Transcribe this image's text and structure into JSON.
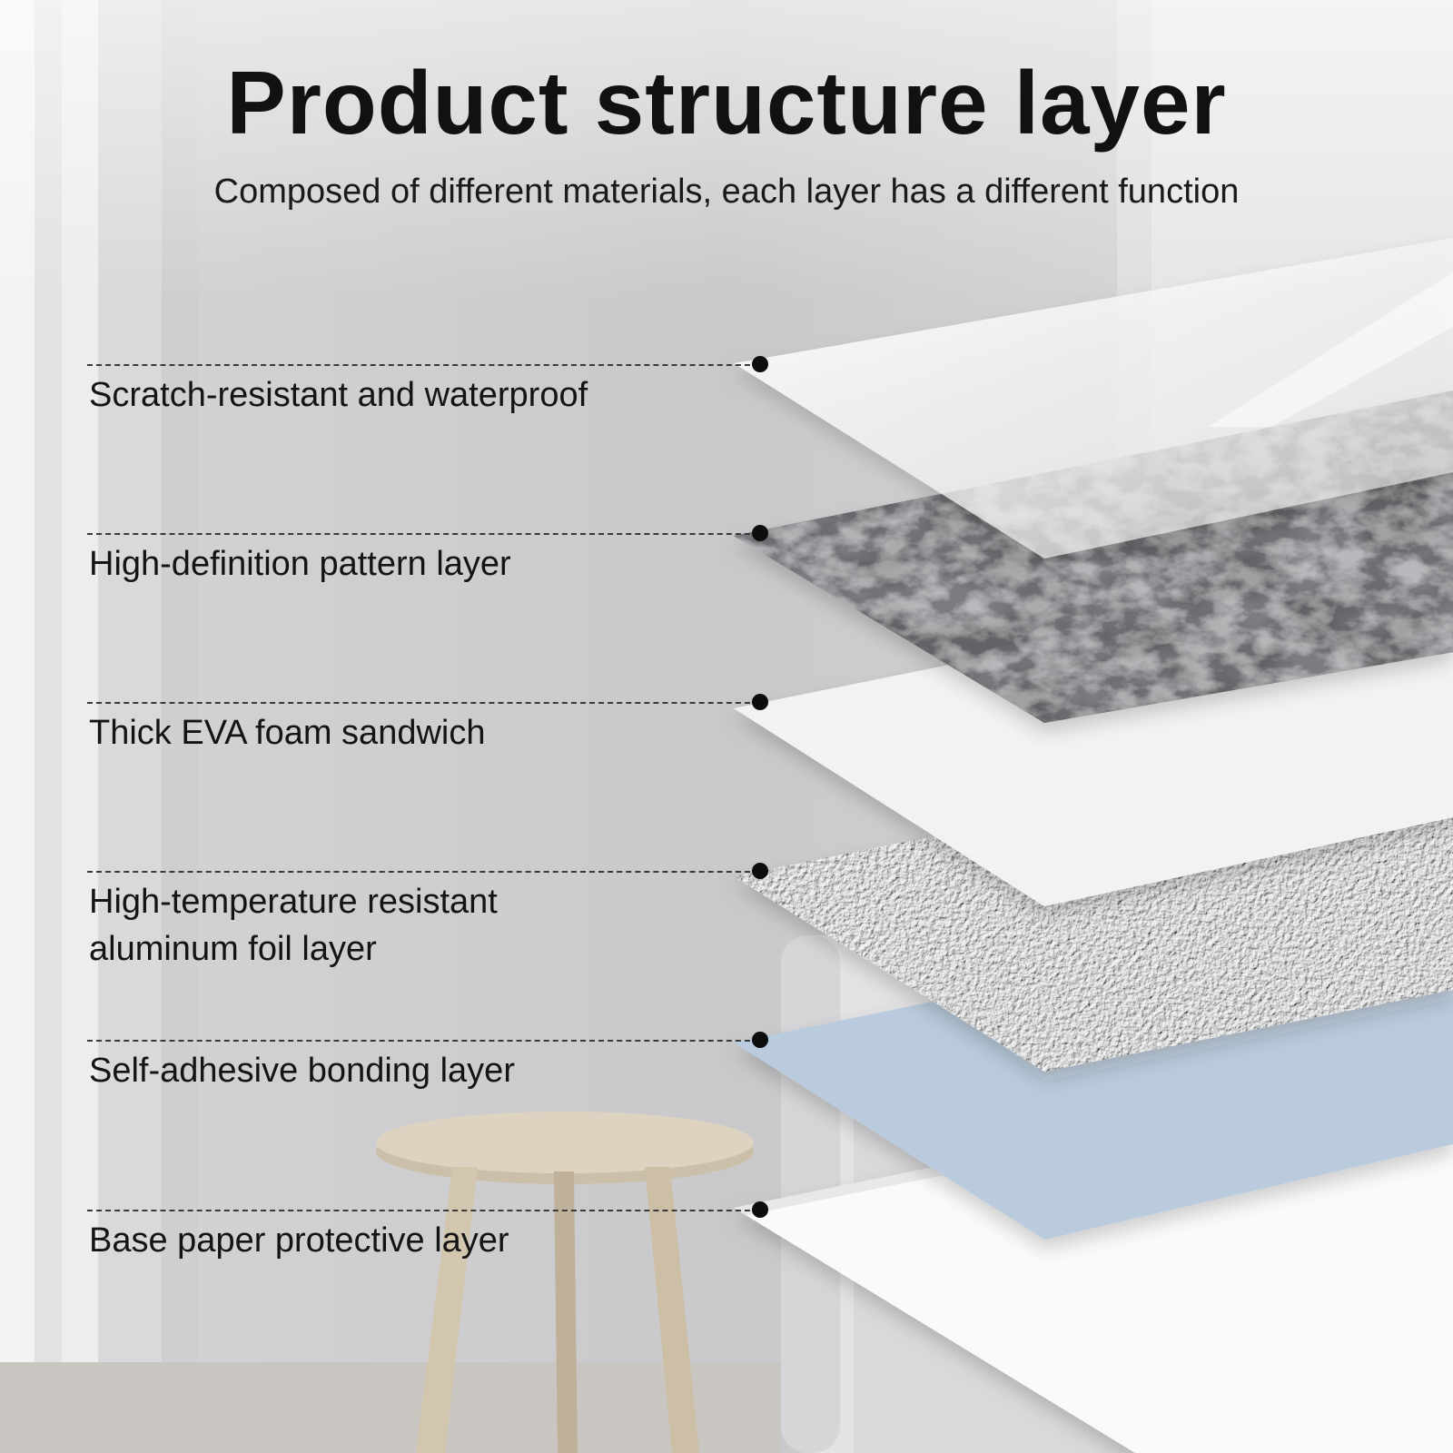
{
  "title": "Product structure layer",
  "subtitle": "Composed of different materials, each layer has a different function",
  "colors": {
    "background": "#d4d4d6",
    "marble": "#6e6e72",
    "foam": "#f1f1f1",
    "foil": "#d6d6d8",
    "adhesive": "#b8cadb",
    "paper": "#fafafa"
  },
  "layers": [
    {
      "label": "Scratch-resistant and waterproof"
    },
    {
      "label": "High-definition pattern layer"
    },
    {
      "label": "Thick EVA foam sandwich"
    },
    {
      "label": "High-temperature resistant aluminum foil layer"
    },
    {
      "label": "Self-adhesive bonding layer"
    },
    {
      "label": "Base paper protective layer"
    }
  ]
}
